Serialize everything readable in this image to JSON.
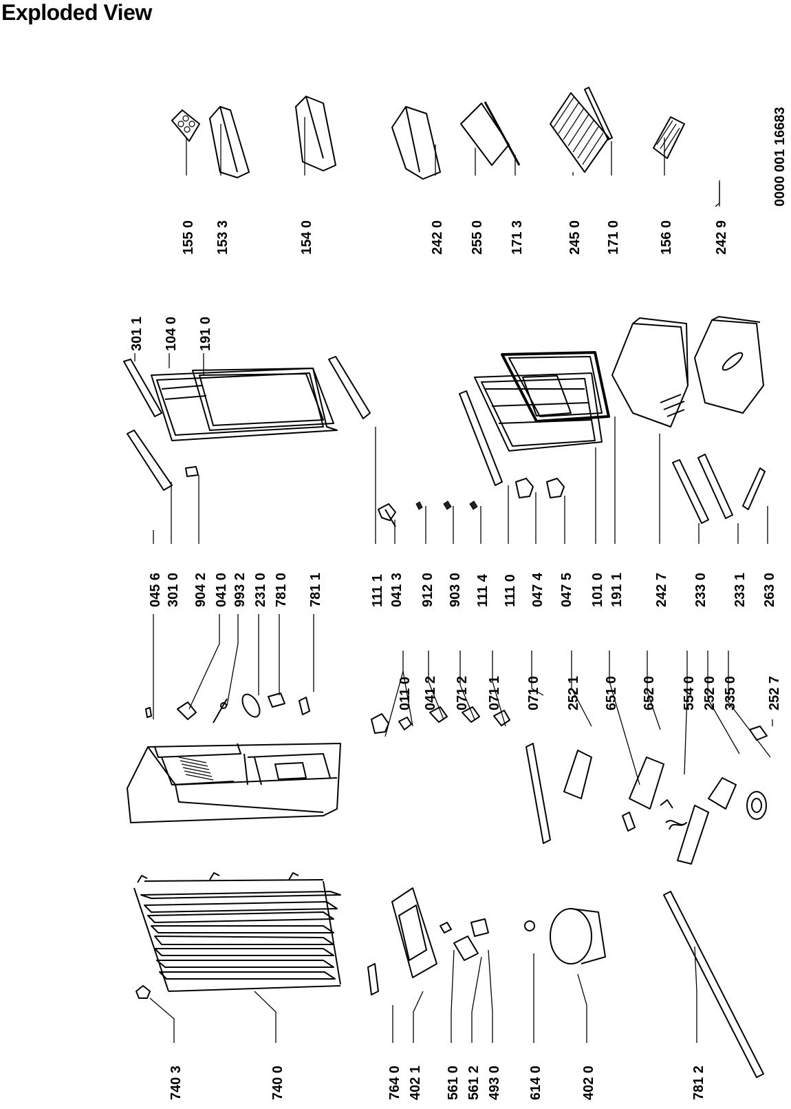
{
  "title": "Exploded View",
  "document_number": "0000 001 16683",
  "columns": {
    "col1": [
      "740 3",
      "740 0",
      "764 0",
      "402 1",
      "561 0",
      "561 2",
      "493 0",
      "614 0",
      "402 0",
      "781 2"
    ],
    "col2": [
      "011 0",
      "041 2",
      "071 2",
      "071 1",
      "071 0",
      "252 1",
      "651 0",
      "652 0",
      "554 0",
      "252 0",
      "335 0",
      "252 7"
    ],
    "col3": [
      "045 6",
      "301 0",
      "904 2",
      "041 0",
      "993 2",
      "231 0",
      "781 0",
      "781 1",
      "111 1",
      "041 3",
      "912 0",
      "903 0",
      "111 4",
      "111 0",
      "047 4",
      "047 5",
      "101 0",
      "191 1",
      "242 7",
      "233 0",
      "233 1",
      "263 0"
    ],
    "col4a": [
      "301 1",
      "104 0",
      "191 0"
    ],
    "col5": [
      "155 0",
      "153 3",
      "154 0",
      "242 0",
      "255 0",
      "171 3",
      "245 0",
      "171 0",
      "156 0",
      "242 9"
    ]
  }
}
